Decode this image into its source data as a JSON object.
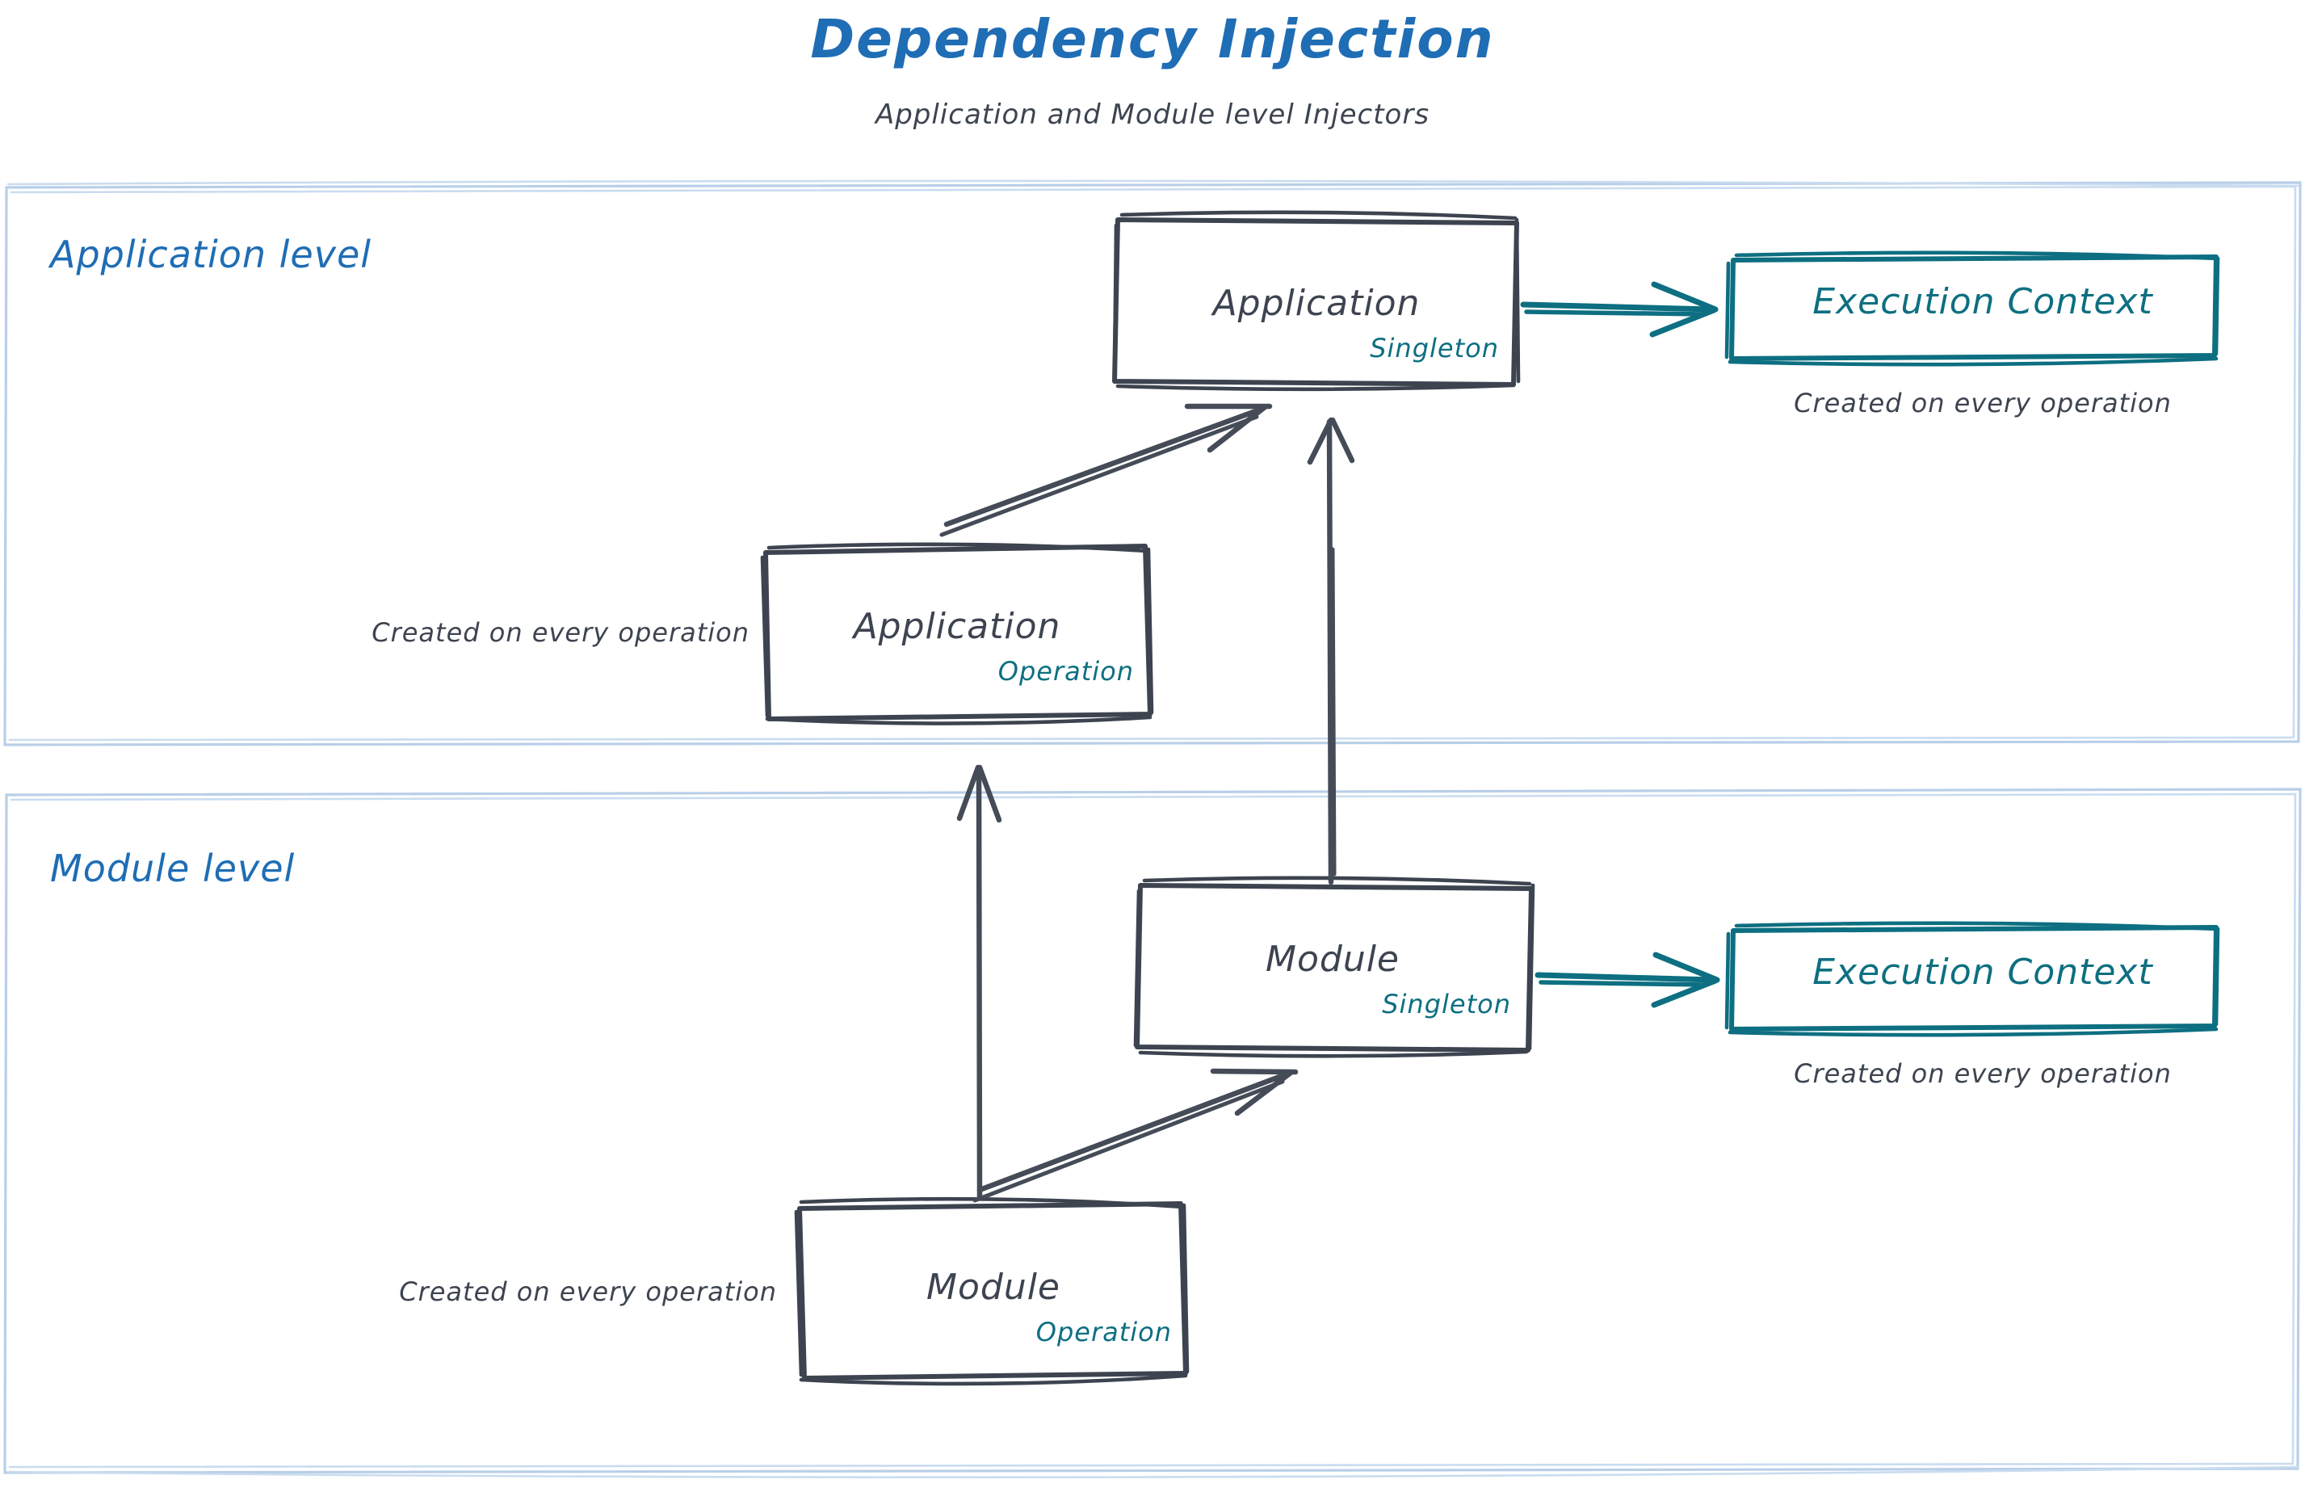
{
  "header": {
    "title": "Dependency Injection",
    "subtitle": "Application and Module level Injectors"
  },
  "colors": {
    "title_blue": "#1f6db5",
    "lane_label_blue": "#1f6db5",
    "lane_border_blue": "#b9cfe8",
    "box_stroke_dark": "#3d4450",
    "box_text_dark": "#3d4450",
    "scope_teal": "#0d6f81",
    "execution_context_teal": "#0d6f81",
    "arrow_dark": "#454c58",
    "background": "#ffffff"
  },
  "lanes": [
    {
      "id": "application-level",
      "label": "Application level",
      "boxes": [
        {
          "id": "application-singleton",
          "title": "Application",
          "scope": "Singleton"
        },
        {
          "id": "application-operation",
          "title": "Application",
          "scope": "Operation"
        }
      ],
      "execution_context": {
        "label": "Execution Context",
        "note": "Created on every operation"
      },
      "notes": [
        "Created on every operation"
      ]
    },
    {
      "id": "module-level",
      "label": "Module level",
      "boxes": [
        {
          "id": "module-singleton",
          "title": "Module",
          "scope": "Singleton"
        },
        {
          "id": "module-operation",
          "title": "Module",
          "scope": "Operation"
        }
      ],
      "execution_context": {
        "label": "Execution Context",
        "note": "Created on every operation"
      },
      "notes": [
        "Created on every operation"
      ]
    }
  ],
  "boxes": {
    "application_singleton": {
      "title": "Application",
      "scope": "Singleton"
    },
    "application_operation": {
      "title": "Application",
      "scope": "Operation"
    },
    "module_singleton": {
      "title": "Module",
      "scope": "Singleton"
    },
    "module_operation": {
      "title": "Module",
      "scope": "Operation"
    },
    "execution_context_top": {
      "label": "Execution Context"
    },
    "execution_context_bottom": {
      "label": "Execution Context"
    }
  },
  "notes": {
    "exec_context_top": "Created on every operation",
    "exec_context_bottom": "Created on every operation",
    "application_operation": "Created on every operation",
    "module_operation": "Created on every operation"
  },
  "arrows": [
    {
      "id": "app-singleton-to-exec-context",
      "from": "application-singleton",
      "to": "execution-context-top",
      "color": "#0d6f81",
      "direction": "right"
    },
    {
      "id": "app-operation-to-app-singleton",
      "from": "application-operation",
      "to": "application-singleton",
      "color": "#454c58",
      "direction": "up-right"
    },
    {
      "id": "module-singleton-to-app-singleton",
      "from": "module-singleton",
      "to": "application-singleton",
      "color": "#454c58",
      "direction": "up"
    },
    {
      "id": "module-operation-to-app-operation",
      "from": "module-operation",
      "to": "application-operation",
      "color": "#454c58",
      "direction": "up"
    },
    {
      "id": "module-operation-to-module-singleton",
      "from": "module-operation",
      "to": "module-singleton",
      "color": "#454c58",
      "direction": "up-right"
    },
    {
      "id": "module-singleton-to-exec-context",
      "from": "module-singleton",
      "to": "execution-context-bottom",
      "color": "#0d6f81",
      "direction": "right"
    }
  ]
}
